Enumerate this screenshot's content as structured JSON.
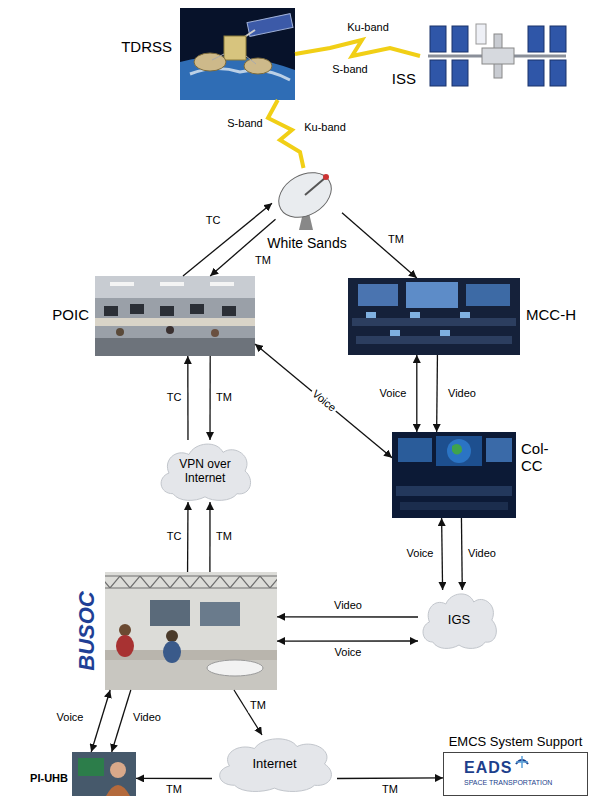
{
  "diagram": {
    "nodes": [
      {
        "text": [
          "TDRSS"
        ]
      },
      {
        "text": [
          "ISS"
        ]
      },
      {
        "text": [
          "White Sands"
        ]
      },
      {
        "text": [
          "POIC"
        ]
      },
      {
        "text": [
          "MCC-H"
        ]
      },
      {
        "text": [
          "VPN over Internet"
        ]
      },
      {
        "text": [
          "Col- CC"
        ]
      },
      {
        "text": [
          "IGS"
        ]
      },
      {
        "text": [
          "BUSOC"
        ]
      },
      {
        "text": [
          "Internet"
        ]
      },
      {
        "text": [
          "EMCS System Support",
          "EADS",
          "SPACE TRANSPORTATION"
        ]
      },
      {
        "text": [
          "PI-UHB"
        ]
      }
    ],
    "edges": [
      {
        "from": 0,
        "to": 1,
        "arrow": "none"
      },
      {
        "from": 0,
        "to": 2,
        "arrow": "none"
      },
      {
        "from": 3,
        "to": 2,
        "label": "TC",
        "arrow": "to"
      },
      {
        "from": 2,
        "to": 3,
        "label": "TM",
        "arrow": "to"
      },
      {
        "from": 2,
        "to": 4,
        "label": "TM",
        "arrow": "to"
      },
      {
        "from": 4,
        "to": 6,
        "label": "Voice",
        "arrow": "both"
      },
      {
        "from": 4,
        "to": 6,
        "label": "Video",
        "arrow": "to"
      },
      {
        "from": 3,
        "to": 6,
        "label": "Voice",
        "arrow": "both"
      },
      {
        "from": 5,
        "to": 3,
        "label": "TC",
        "arrow": "to"
      },
      {
        "from": 3,
        "to": 5,
        "label": "TM",
        "arrow": "to"
      },
      {
        "from": 8,
        "to": 5,
        "label": "TC",
        "arrow": "to"
      },
      {
        "from": 8,
        "to": 5,
        "label": "TM",
        "arrow": "to"
      },
      {
        "from": 6,
        "to": 7,
        "label": "Voice",
        "arrow": "both"
      },
      {
        "from": 6,
        "to": 7,
        "label": "Video",
        "arrow": "to"
      },
      {
        "from": 7,
        "to": 8,
        "label": "Video",
        "arrow": "to"
      },
      {
        "from": 7,
        "to": 8,
        "label": "Voice",
        "arrow": "both"
      },
      {
        "from": 8,
        "to": 9,
        "label": "TM",
        "arrow": "to"
      },
      {
        "from": 9,
        "to": 11,
        "label": "TM",
        "arrow": "to"
      },
      {
        "from": 9,
        "to": 10,
        "label": "TM",
        "arrow": "to"
      },
      {
        "from": 8,
        "to": 11,
        "label": "Voice",
        "arrow": "both"
      },
      {
        "from": 8,
        "to": 11,
        "label": "Video",
        "arrow": "to"
      }
    ],
    "labels": [
      "Ku-band",
      "S-band",
      "S-band",
      "Ku-band"
    ]
  }
}
